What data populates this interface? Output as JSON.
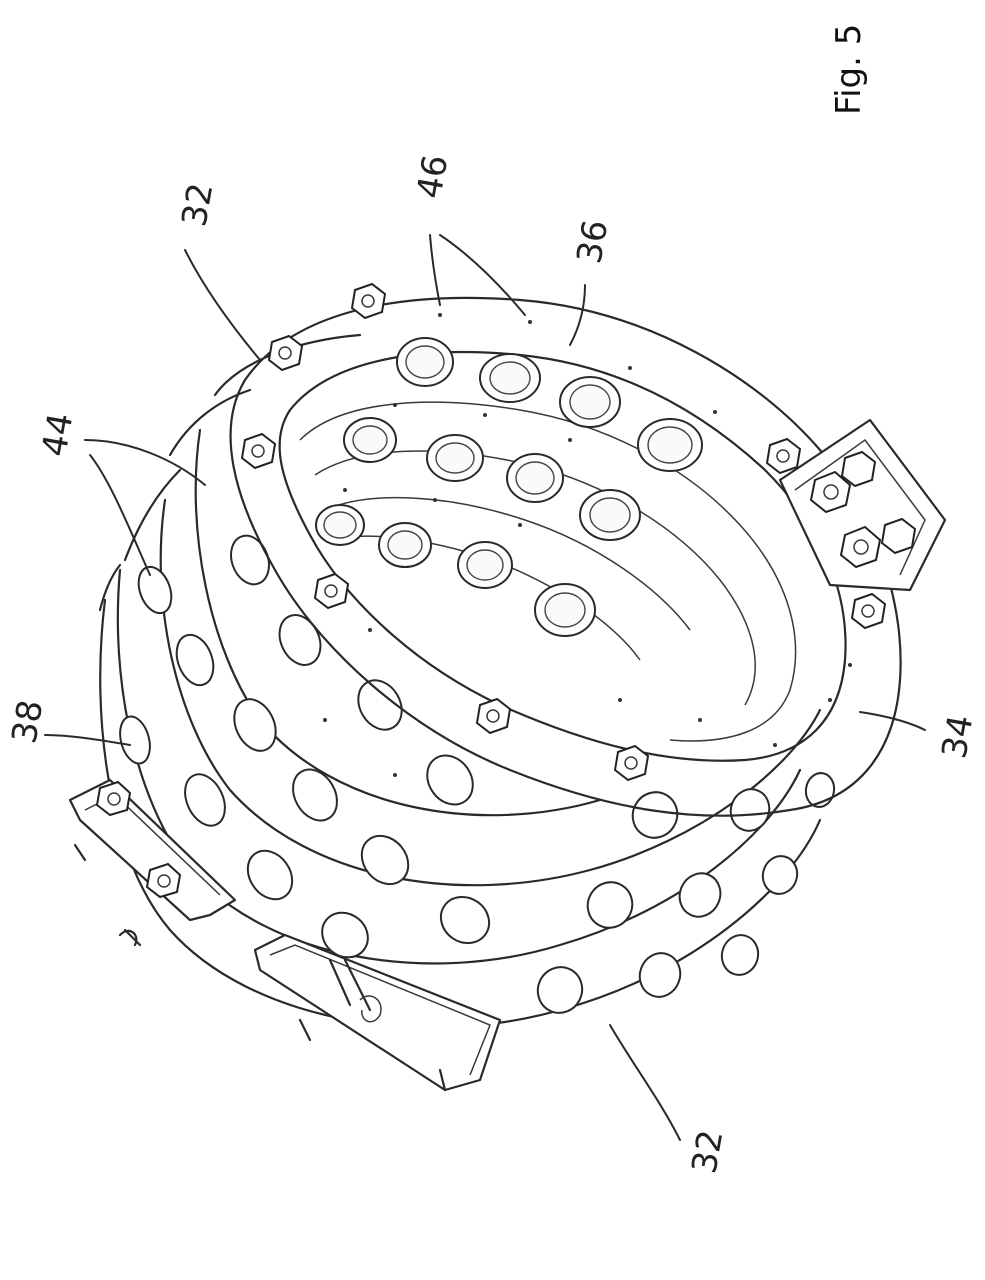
{
  "figure": {
    "label": "Fig. 5",
    "reference_numerals": {
      "ring_top": "32",
      "ring_bottom": "32",
      "holes": "44",
      "bores": "46",
      "ring_face": "36",
      "ring_edge": "34",
      "housing": "38"
    }
  }
}
